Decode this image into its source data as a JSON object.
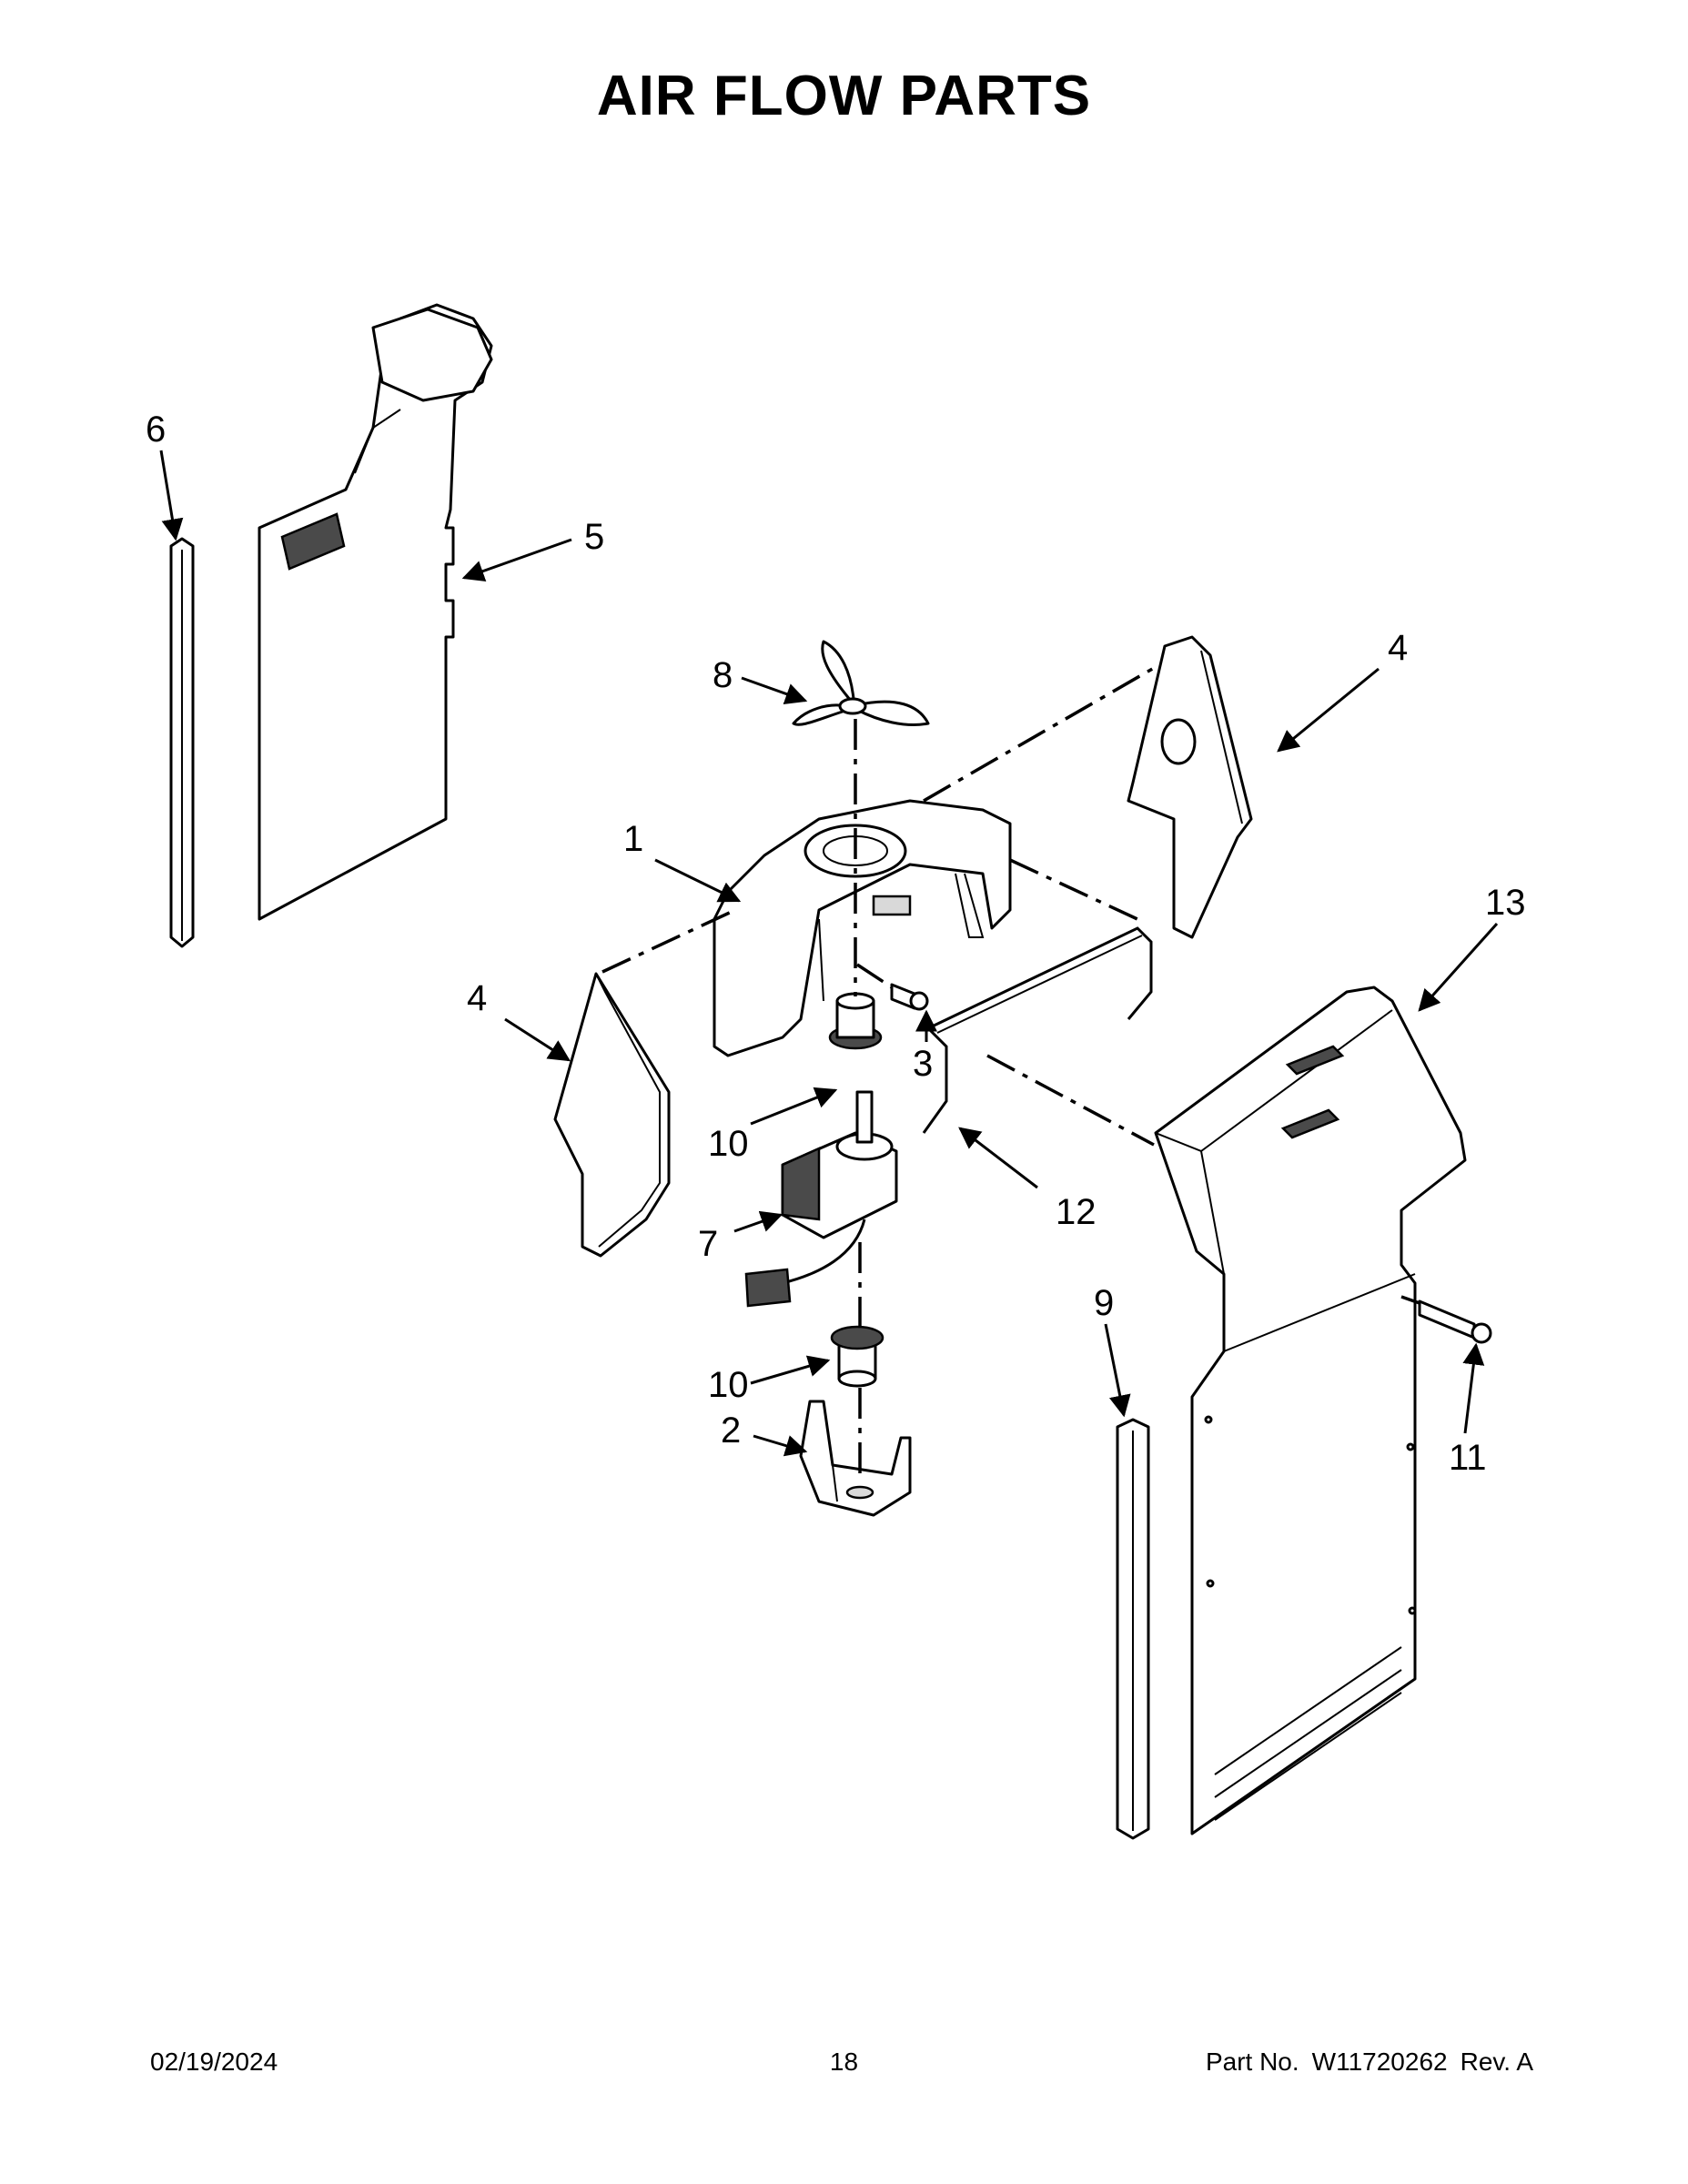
{
  "page": {
    "title": "AIR FLOW PARTS",
    "footer": {
      "date": "02/19/2024",
      "page_number": "18",
      "part_label": "Part No.",
      "part_number": "W11720262",
      "revision": "Rev. A"
    }
  },
  "diagram": {
    "callouts": [
      "1",
      "2",
      "3",
      "4",
      "4",
      "5",
      "6",
      "7",
      "8",
      "9",
      "10",
      "10",
      "11",
      "12",
      "13"
    ]
  }
}
